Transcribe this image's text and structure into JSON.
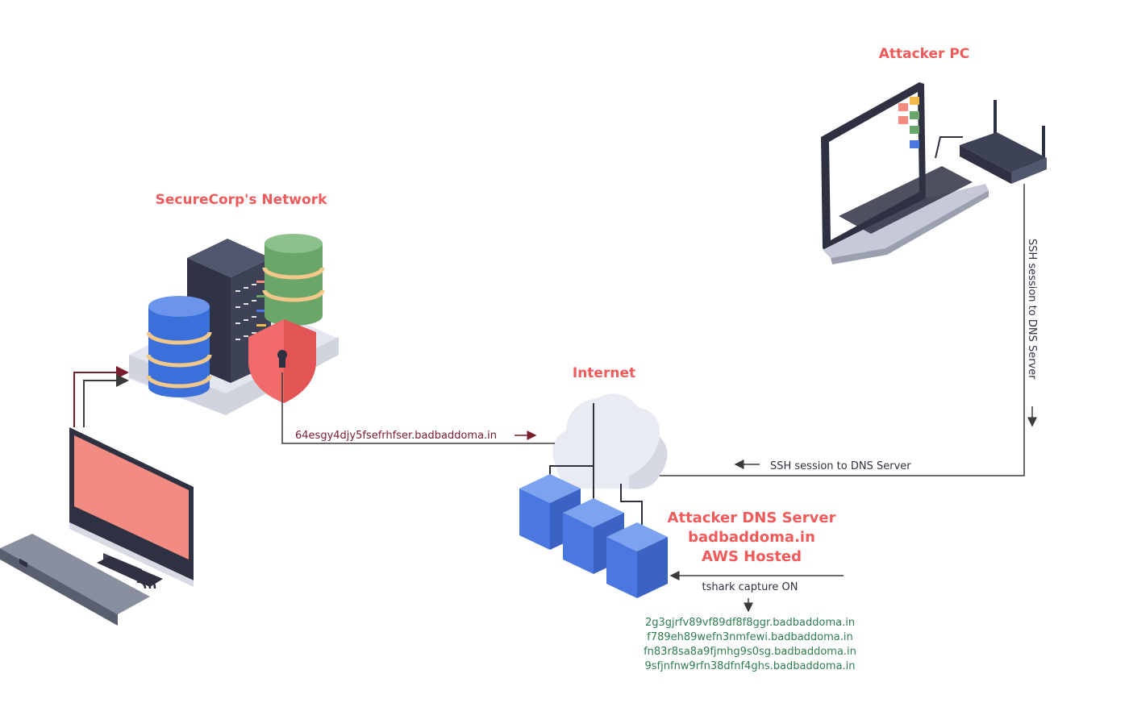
{
  "titles": {
    "securecorp": "SecureCorp's Network",
    "attacker_pc": "Attacker PC",
    "internet": "Internet",
    "dns_server": "Attacker DNS Server",
    "dns_domain": "badbaddoma.in",
    "dns_host": "AWS Hosted"
  },
  "labels": {
    "exfil_query": "64esgy4djy5fsefrhfser.badbaddoma.in",
    "ssh_vertical": "SSH session to DNS Server",
    "ssh_horizontal": "SSH session to DNS Server",
    "tshark": "tshark capture ON"
  },
  "captured_queries": [
    "2g3gjrfv89vf89df8f8ggr.badbaddoma.in",
    "f789eh89wefn3nmfewi.badbaddoma.in",
    "fn83r8sa8a9fjmhg9s0sg.badbaddoma.in",
    "9sfjnfnw9rfn38dfnf4ghs.badbaddoma.in"
  ],
  "colors": {
    "title_red": "#f05a5a",
    "line_dark": "#3a3a3a",
    "line_maroon": "#7a1c2c",
    "text_green": "#2e7d4f",
    "navy": "#2e3142",
    "server_blue": "#4a78e0",
    "db_green": "#6aa56a",
    "screen_red": "#f28b82",
    "cloud": "#e8ebf2"
  }
}
